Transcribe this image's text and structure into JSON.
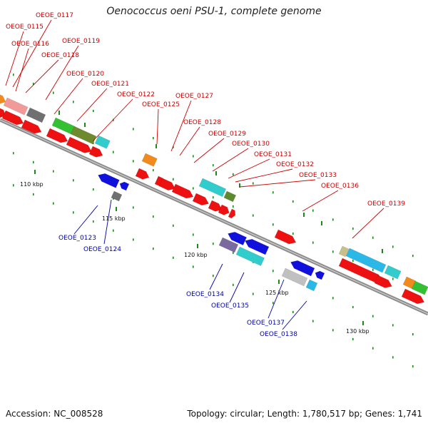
{
  "title": "Oenococcus oeni PSU-1, complete genome",
  "footer": {
    "accession": "Accession: NC_008528",
    "info": "Topology: circular; Length: 1,780,517 bp; Genes: 1,741"
  },
  "colors": {
    "backbone": "#8c8c8c",
    "label_forward": "#cc0000",
    "label_reverse": "#0000aa",
    "tick": "#1a8a1a"
  },
  "kbp_labels": [
    "110 kbp",
    "115 kbp",
    "120 kbp",
    "125 kbp",
    "130 kbp"
  ],
  "gene_labels_top": [
    "OEOE_0117",
    "OEOE_0115",
    "OEOE_0116",
    "OEOE_0119",
    "OEOE_0118",
    "OEOE_0120",
    "OEOE_0121",
    "OEOE_0122",
    "OEOE_0127",
    "OEOE_0125",
    "OEOE_0128",
    "OEOE_0129",
    "OEOE_0130",
    "OEOE_0131",
    "OEOE_0132",
    "OEOE_0133",
    "OEOE_0136",
    "OEOE_0139"
  ],
  "gene_labels_bottom": [
    "OEOE_0123",
    "OEOE_0124",
    "OEOE_0134",
    "OEOE_0135",
    "OEOE_0137",
    "OEOE_0138"
  ]
}
